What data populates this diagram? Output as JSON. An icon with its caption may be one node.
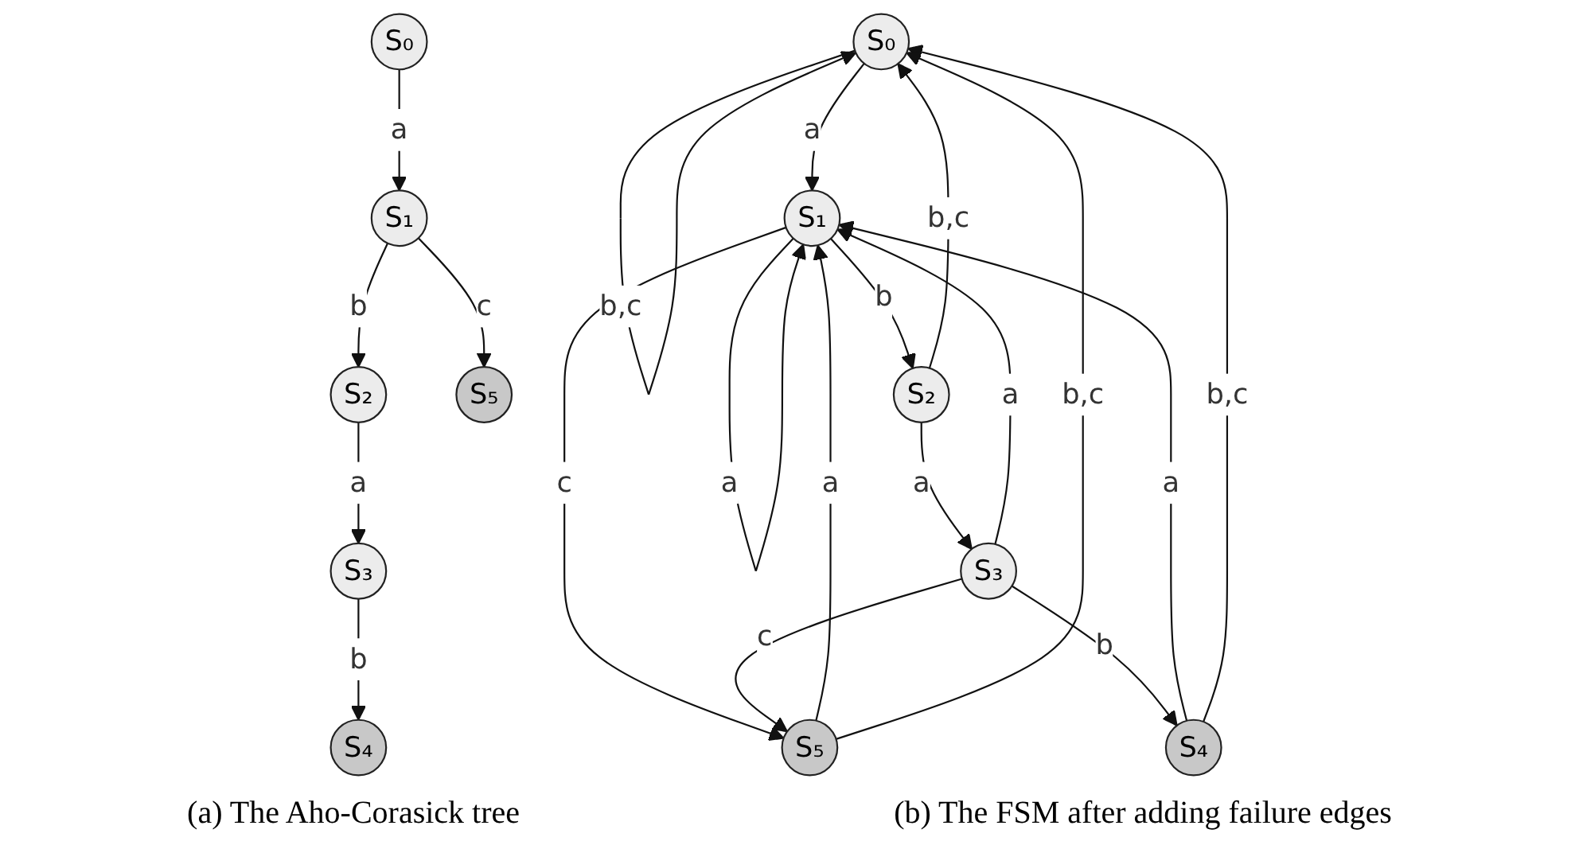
{
  "diagram": {
    "nodes": [
      {
        "text": [
          "S₀"
        ]
      },
      {
        "text": [
          "S₁"
        ]
      },
      {
        "text": [
          "S₂"
        ]
      },
      {
        "text": [
          "S₃"
        ]
      },
      {
        "text": [
          "S₄"
        ]
      },
      {
        "text": [
          "S₅"
        ]
      },
      {
        "text": [
          "S₀"
        ]
      },
      {
        "text": [
          "S₁"
        ]
      },
      {
        "text": [
          "S₂"
        ]
      },
      {
        "text": [
          "S₃"
        ]
      },
      {
        "text": [
          "S₄"
        ]
      },
      {
        "text": [
          "S₅"
        ]
      }
    ],
    "edges": [
      {
        "from": 0,
        "to": 1,
        "arrow": "to",
        "label": "a"
      },
      {
        "from": 1,
        "to": 2,
        "arrow": "to",
        "label": "b"
      },
      {
        "from": 1,
        "to": 5,
        "arrow": "to",
        "label": "c"
      },
      {
        "from": 2,
        "to": 3,
        "arrow": "to",
        "label": "a"
      },
      {
        "from": 3,
        "to": 4,
        "arrow": "to",
        "label": "b"
      },
      {
        "from": 6,
        "to": 6,
        "arrow": "to",
        "label": "b,c"
      },
      {
        "from": 6,
        "to": 7,
        "arrow": "to",
        "label": "a"
      },
      {
        "from": 7,
        "to": 7,
        "arrow": "to",
        "label": "a"
      },
      {
        "from": 7,
        "to": 8,
        "arrow": "to",
        "label": "b"
      },
      {
        "from": 7,
        "to": 11,
        "arrow": "to",
        "label": "c"
      },
      {
        "from": 8,
        "to": 9,
        "arrow": "to",
        "label": "a"
      },
      {
        "from": 8,
        "to": 6,
        "arrow": "to",
        "label": "b,c"
      },
      {
        "from": 9,
        "to": 10,
        "arrow": "to",
        "label": "b"
      },
      {
        "from": 9,
        "to": 7,
        "arrow": "to",
        "label": "a"
      },
      {
        "from": 9,
        "to": 11,
        "arrow": "to",
        "label": "c"
      },
      {
        "from": 10,
        "to": 7,
        "arrow": "to",
        "label": "a"
      },
      {
        "from": 10,
        "to": 6,
        "arrow": "to",
        "label": "b,c"
      },
      {
        "from": 11,
        "to": 7,
        "arrow": "to",
        "label": "a"
      },
      {
        "from": 11,
        "to": 6,
        "arrow": "to",
        "label": "b,c"
      }
    ],
    "labels": [
      "(a) The Aho-Corasick tree",
      "(b) The FSM after adding failure edges"
    ]
  }
}
